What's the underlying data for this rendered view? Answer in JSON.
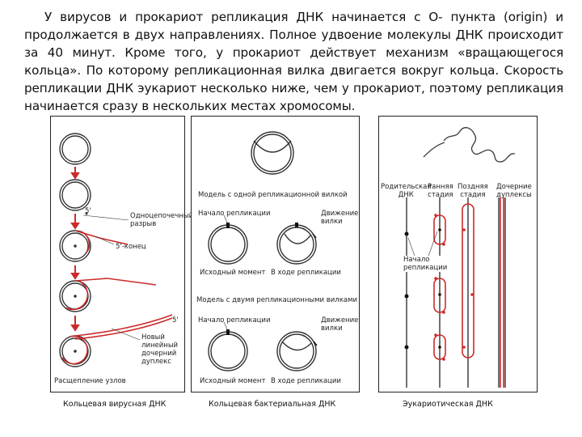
{
  "paragraph": "У вирусов и прокариот репликация ДНК начинается с О- пункта (origin)  и продолжается в двух направлениях. Полное удвоение молекулы ДНК происходит за 40 минут. Кроме того, у прокариот действует механизм «вращающегося кольца». По которому репликационная вилка двигается вокруг кольца. Скорость репликации ДНК эукариот несколько ниже, чем у прокариот, поэтому репликация начинается сразу в нескольких местах хромосомы.",
  "viral": {
    "caption": "Кольцевая вирусная ДНК",
    "five_prime": "5'",
    "nick": "Одноцепочечный\nразрыв",
    "five_end": "5'-конец",
    "strand_end": "5'",
    "new_duplex": "Новый\nлинейный\nдочерний\nдуплекс",
    "unwinding": "Расщепление узлов"
  },
  "bacterial": {
    "caption": "Кольцевая бактериальная ДНК",
    "model_one": "Модель с одной репликационной вилкой",
    "start_top": "Начало репликации",
    "fork_move_top": "Движение\nвилки",
    "initial_top": "Исходный момент",
    "progress_top": "В ходе репликации",
    "model_two": "Модель с двумя репликационными вилками",
    "start_bottom": "Начало репликации",
    "fork_move_bottom": "Движение\nвилки",
    "initial_bottom": "Исходный момент",
    "progress_bottom": "В ходе репликации"
  },
  "eukaryotic": {
    "caption": "Эукариотическая ДНК",
    "col_parent": "Родительская\nДНК",
    "col_early": "Ранняя\nстадия",
    "col_late": "Поздняя\nстадия",
    "col_daughter": "Дочерние\nдуплексы",
    "origin": "Начало\nрепликации"
  },
  "colors": {
    "red": "#cc2a2a",
    "dark": "#333333",
    "grey": "#888888"
  }
}
